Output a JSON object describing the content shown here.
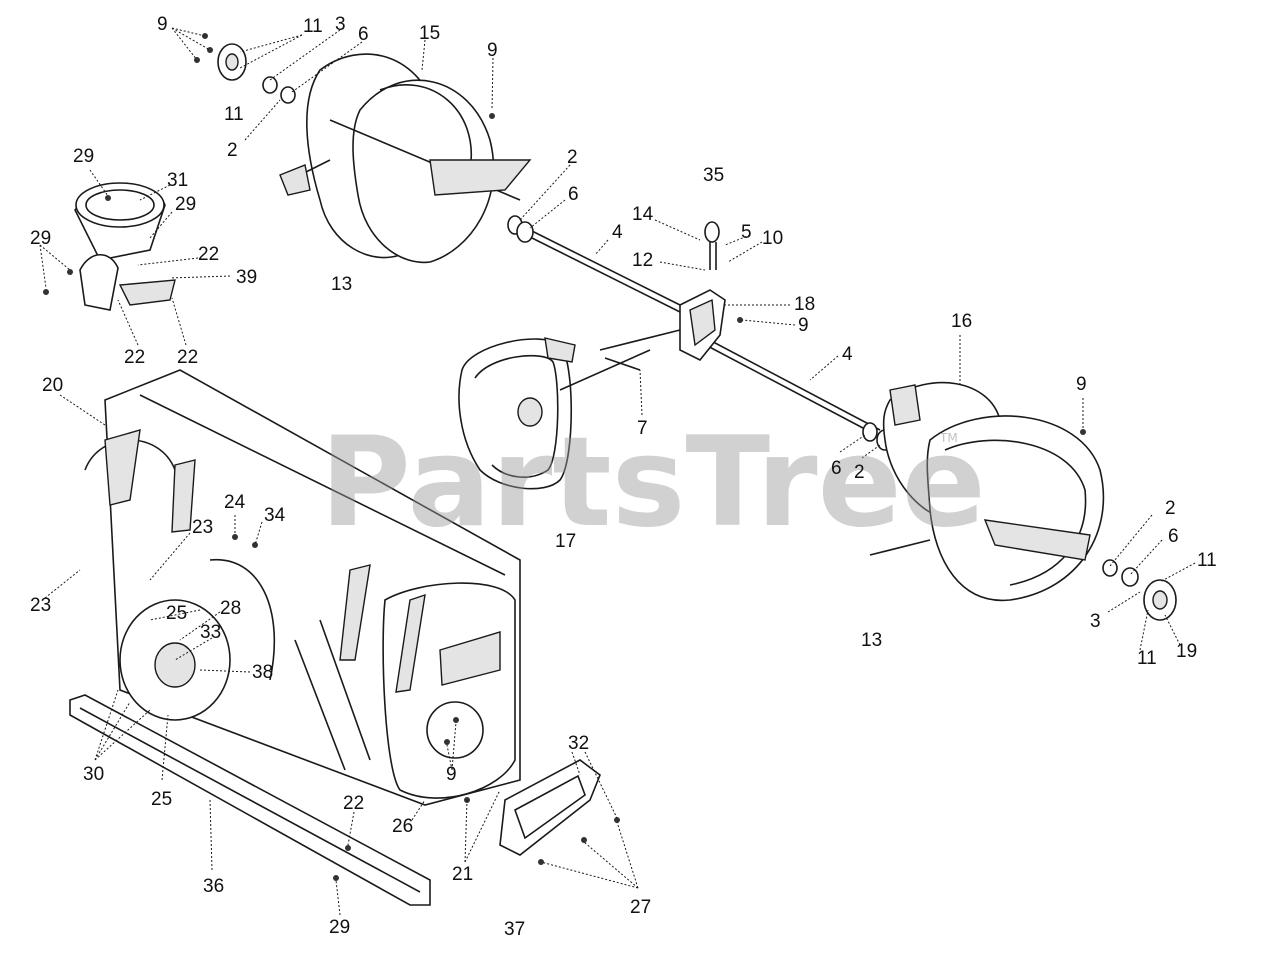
{
  "watermark": {
    "text": "PartsTree",
    "trademark": "TM"
  },
  "callouts": [
    {
      "id": "c-9-a",
      "text": "9"
    },
    {
      "id": "c-11-a",
      "text": "11"
    },
    {
      "id": "c-3-a",
      "text": "3"
    },
    {
      "id": "c-6-a",
      "text": "6"
    },
    {
      "id": "c-15",
      "text": "15"
    },
    {
      "id": "c-9-b",
      "text": "9"
    },
    {
      "id": "c-11-b",
      "text": "11"
    },
    {
      "id": "c-2-a",
      "text": "2"
    },
    {
      "id": "c-29-a",
      "text": "29"
    },
    {
      "id": "c-31",
      "text": "31"
    },
    {
      "id": "c-29-b",
      "text": "29"
    },
    {
      "id": "c-29-c",
      "text": "29"
    },
    {
      "id": "c-22-a",
      "text": "22"
    },
    {
      "id": "c-39",
      "text": "39"
    },
    {
      "id": "c-22-b",
      "text": "22"
    },
    {
      "id": "c-22-c",
      "text": "22"
    },
    {
      "id": "c-13-a",
      "text": "13"
    },
    {
      "id": "c-2-b",
      "text": "2"
    },
    {
      "id": "c-6-b",
      "text": "6"
    },
    {
      "id": "c-35",
      "text": "35"
    },
    {
      "id": "c-4-a",
      "text": "4"
    },
    {
      "id": "c-14",
      "text": "14"
    },
    {
      "id": "c-5",
      "text": "5"
    },
    {
      "id": "c-10",
      "text": "10"
    },
    {
      "id": "c-12",
      "text": "12"
    },
    {
      "id": "c-18",
      "text": "18"
    },
    {
      "id": "c-9-c",
      "text": "9"
    },
    {
      "id": "c-16",
      "text": "16"
    },
    {
      "id": "c-4-b",
      "text": "4"
    },
    {
      "id": "c-9-d",
      "text": "9"
    },
    {
      "id": "c-20",
      "text": "20"
    },
    {
      "id": "c-7",
      "text": "7"
    },
    {
      "id": "c-6-c",
      "text": "6"
    },
    {
      "id": "c-2-c",
      "text": "2"
    },
    {
      "id": "c-17",
      "text": "17"
    },
    {
      "id": "c-24",
      "text": "24"
    },
    {
      "id": "c-34",
      "text": "34"
    },
    {
      "id": "c-23-a",
      "text": "23"
    },
    {
      "id": "c-23-b",
      "text": "23"
    },
    {
      "id": "c-25-a",
      "text": "25"
    },
    {
      "id": "c-28",
      "text": "28"
    },
    {
      "id": "c-33",
      "text": "33"
    },
    {
      "id": "c-38",
      "text": "38"
    },
    {
      "id": "c-2-d",
      "text": "2"
    },
    {
      "id": "c-6-d",
      "text": "6"
    },
    {
      "id": "c-11-c",
      "text": "11"
    },
    {
      "id": "c-3-b",
      "text": "3"
    },
    {
      "id": "c-19",
      "text": "19"
    },
    {
      "id": "c-11-d",
      "text": "11"
    },
    {
      "id": "c-13-b",
      "text": "13"
    },
    {
      "id": "c-30",
      "text": "30"
    },
    {
      "id": "c-25-b",
      "text": "25"
    },
    {
      "id": "c-9-e",
      "text": "9"
    },
    {
      "id": "c-32",
      "text": "32"
    },
    {
      "id": "c-22-d",
      "text": "22"
    },
    {
      "id": "c-26",
      "text": "26"
    },
    {
      "id": "c-21",
      "text": "21"
    },
    {
      "id": "c-36",
      "text": "36"
    },
    {
      "id": "c-27",
      "text": "27"
    },
    {
      "id": "c-29-d",
      "text": "29"
    },
    {
      "id": "c-37",
      "text": "37"
    }
  ]
}
